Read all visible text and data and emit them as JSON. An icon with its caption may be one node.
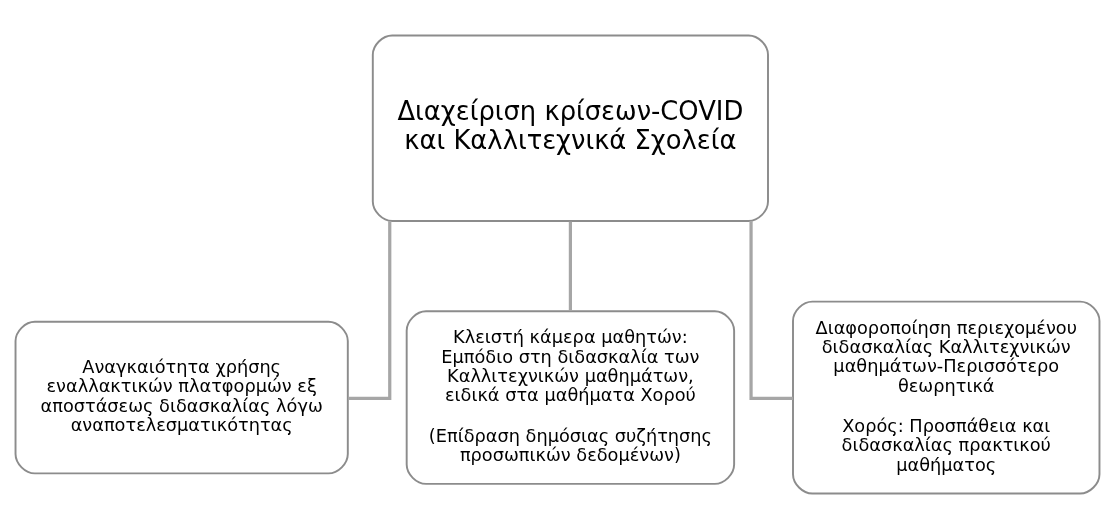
{
  "diagram": {
    "nodes": [
      {
        "text": [
          "Διαχείριση κρίσεων-COVID και Καλλιτεχνικά Σχολεία"
        ]
      },
      {
        "text": [
          "Αναγκαιότητα χρήσης εναλλακτικών πλατφορμών εξ αποστάσεως διδασκαλίας λόγω αναποτελεσματικότητας"
        ]
      },
      {
        "text": [
          "Κλειστή κάμερα μαθητών: Εμπόδιο στη διδασκαλία των Καλλιτεχνικών μαθημάτων, ειδικά στα μαθήματα Χορού",
          "(Επίδραση δημόσιας συζήτησης προσωπικών δεδομένων)"
        ]
      },
      {
        "text": [
          "Διαφοροποίηση περιεχομένου διδασκαλίας Καλλιτεχνικών μαθημάτων-Περισσότερο θεωρητικά",
          "Χορός: Προσπάθεια και διδασκαλίας πρακτικού μαθήματος"
        ]
      }
    ],
    "edges": [
      {
        "from": 0,
        "to": 1,
        "arrow": "none"
      },
      {
        "from": 0,
        "to": 2,
        "arrow": "none"
      },
      {
        "from": 0,
        "to": 3,
        "arrow": "none"
      }
    ]
  }
}
